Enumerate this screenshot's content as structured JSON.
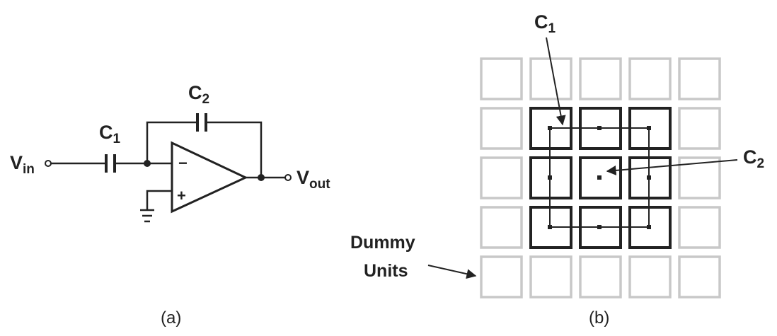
{
  "figure_a": {
    "caption": "(a)",
    "vin": {
      "base": "V",
      "sub": "in"
    },
    "vout": {
      "base": "V",
      "sub": "out"
    },
    "c1": {
      "base": "C",
      "sub": "1"
    },
    "c2": {
      "base": "C",
      "sub": "2"
    },
    "minus": "−",
    "plus": "+"
  },
  "figure_b": {
    "caption": "(b)",
    "c1": {
      "base": "C",
      "sub": "1"
    },
    "c2": {
      "base": "C",
      "sub": "2"
    },
    "dummy_line1": "Dummy",
    "dummy_line2": "Units",
    "grid": {
      "rows": 5,
      "cols": 5
    },
    "colors": {
      "dummy": "#c8c8c8",
      "active": "#222222"
    }
  }
}
